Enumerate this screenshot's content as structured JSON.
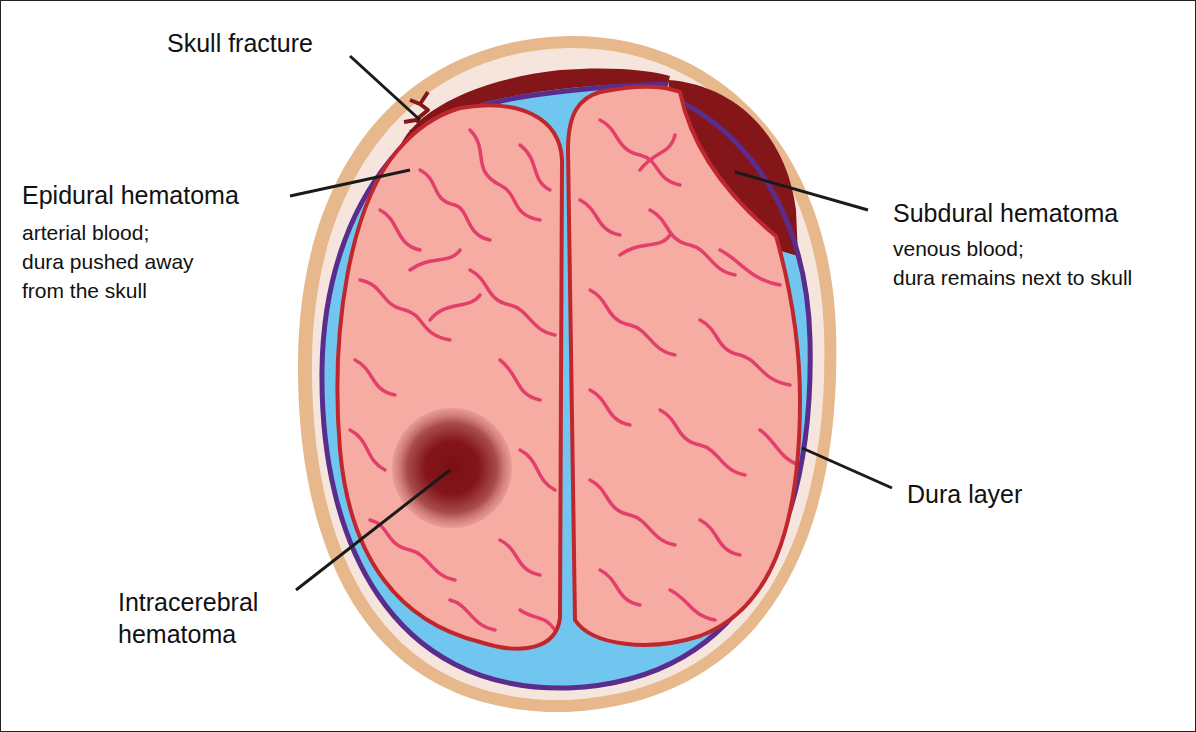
{
  "diagram": {
    "labels": [
      "Skull fracture",
      "Epidural hematoma",
      "arterial blood; dura pushed away from the skull",
      "Subdural hematoma",
      "venous blood; dura remains next to skull",
      "Dura layer",
      "Intracerebral hematoma"
    ]
  }
}
